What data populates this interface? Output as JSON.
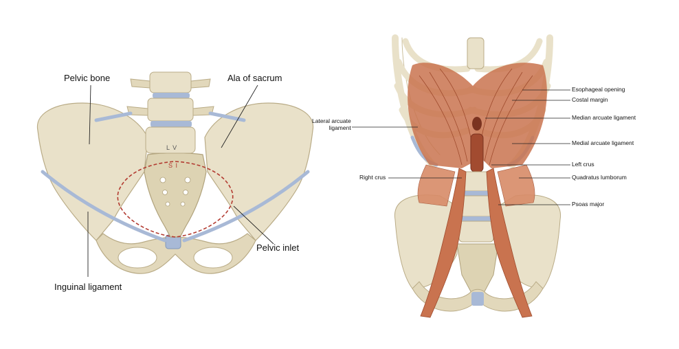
{
  "colors": {
    "bone": "#e9e1c9",
    "bone_shadow": "#cbbf9c",
    "cartilage": "#a8b9d6",
    "muscle": "#c9734f",
    "muscle_dark": "#9e4a2c",
    "pelvic_inlet_line": "#b23a30",
    "leader": "#222222"
  },
  "left_figure": {
    "vertebra_mark": "L V",
    "sacral_mark": "S I",
    "labels": {
      "pelvic_bone": "Pelvic bone",
      "ala_of_sacrum": "Ala of sacrum",
      "pelvic_inlet": "Pelvic inlet",
      "inguinal_ligament": "Inguinal ligament"
    }
  },
  "right_figure": {
    "labels": {
      "esophageal_opening": "Esophageal opening",
      "costal_margin": "Costal margin",
      "median_arcuate_ligament": "Median arcuate ligament",
      "lateral_arcuate_ligament_line1": "Lateral arcuate",
      "lateral_arcuate_ligament_line2": "ligament",
      "medial_arcuate_ligament": "Medial arcuate ligament",
      "left_crus": "Left crus",
      "right_crus": "Right crus",
      "quadratus_lumborum": "Quadratus lumborum",
      "psoas_major": "Psoas major"
    }
  }
}
